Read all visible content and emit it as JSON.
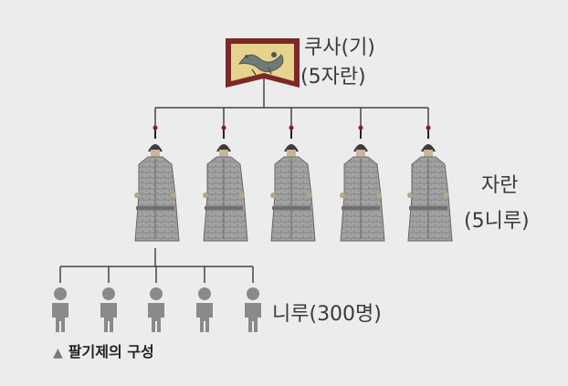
{
  "top_unit": {
    "name": "쿠사(기)",
    "subtitle": "(5자란)"
  },
  "middle_unit": {
    "name": "자란",
    "subtitle": "(5니루)"
  },
  "bottom_unit": {
    "name": "니루(300명)"
  },
  "caption": {
    "marker": "▲",
    "text": "팔기제의 구성"
  },
  "colors": {
    "background": "#ececec",
    "flag_border": "#7c2828",
    "flag_fill": "#e8d590",
    "line": "#444444",
    "person": "#8a8a8a",
    "soldier_body": "#9a9a9a"
  },
  "icons": {
    "flag": "dragon-banner-icon",
    "soldier": "armored-soldier-icon",
    "person": "person-icon"
  },
  "soldier_count": 5,
  "person_count": 5
}
